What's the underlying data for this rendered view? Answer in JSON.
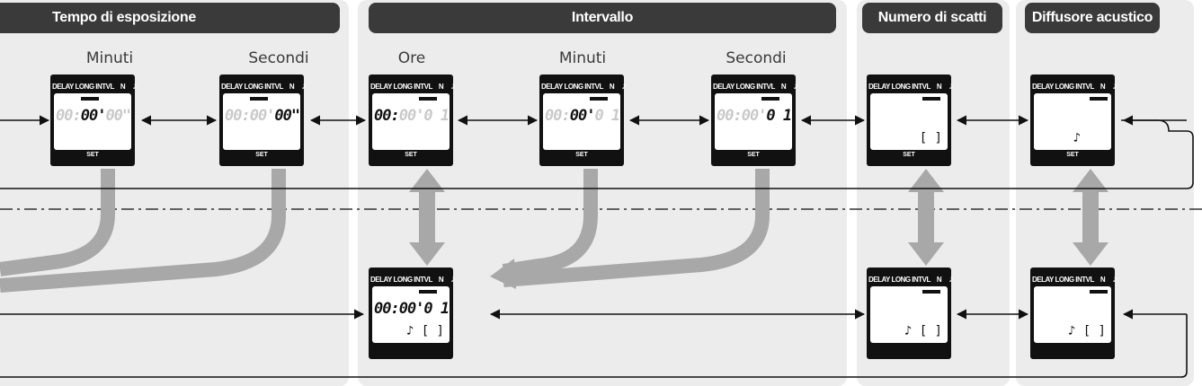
{
  "headers": {
    "exposure": "Tempo di esposizione",
    "interval": "Intervallo",
    "shots": "Numero di scatti",
    "beeper": "Diffusore acustico"
  },
  "sublabels": {
    "exp_minutes": "Minuti",
    "exp_seconds": "Secondi",
    "int_hours": "Ore",
    "int_minutes": "Minuti",
    "int_seconds": "Secondi"
  },
  "lcd_common": {
    "mode_label": "DELAY LONG INTVL",
    "n_label": "N",
    "note_symbol": "♪",
    "set_label": "SET"
  },
  "lcd_displays": {
    "exp_min": {
      "d1": "00:",
      "d2": "00'",
      "d3": "00\""
    },
    "exp_sec": {
      "d1": "00:00'",
      "d2": "00\"",
      "d3": ""
    },
    "int_hrs": {
      "d1": "",
      "d2": "00:",
      "d3": "00'0 1\""
    },
    "int_min": {
      "d1": "00:",
      "d2": "00'",
      "d3": "0 1\""
    },
    "int_sec": {
      "d1": "00:00'",
      "d2": "0 1\"",
      "d3": ""
    },
    "shots_top": {
      "row": "[   ]"
    },
    "beeper_top": {
      "row": "♪"
    },
    "int_result": {
      "digits": "00:00'0 1\"",
      "row": "♪ [   ]"
    },
    "shots_bottom": {
      "row": "♪ [   ]"
    },
    "beeper_bottom": {
      "row": "♪ [   ]"
    }
  },
  "colors": {
    "header_bg": "#3a3a3a",
    "panel_bg": "#ececec",
    "flow_arrow": "#a8a8a8",
    "lcd_body": "#111111"
  }
}
